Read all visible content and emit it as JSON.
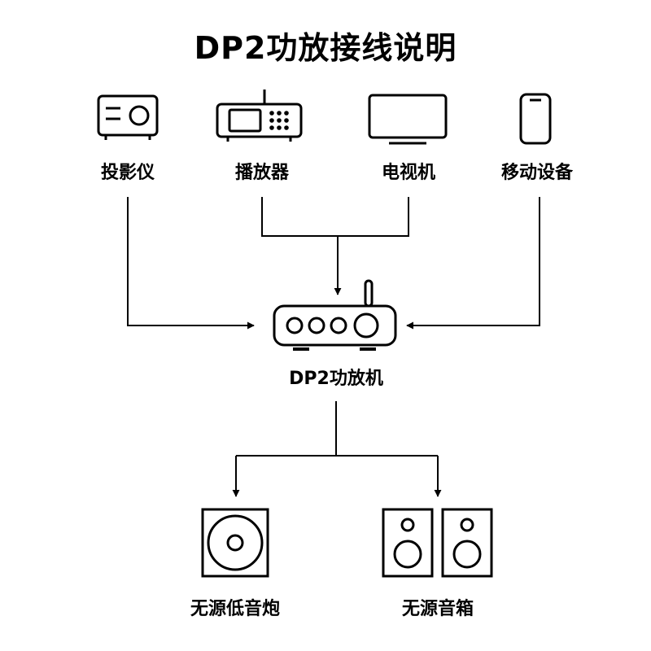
{
  "title": "DP2功放接线说明",
  "sources": {
    "projector": "投影仪",
    "player": "播放器",
    "tv": "电视机",
    "mobile": "移动设备"
  },
  "amplifier": "DP2功放机",
  "outputs": {
    "subwoofer": "无源低音炮",
    "speakers": "无源音箱"
  },
  "colors": {
    "stroke": "#000000",
    "background": "#ffffff"
  }
}
